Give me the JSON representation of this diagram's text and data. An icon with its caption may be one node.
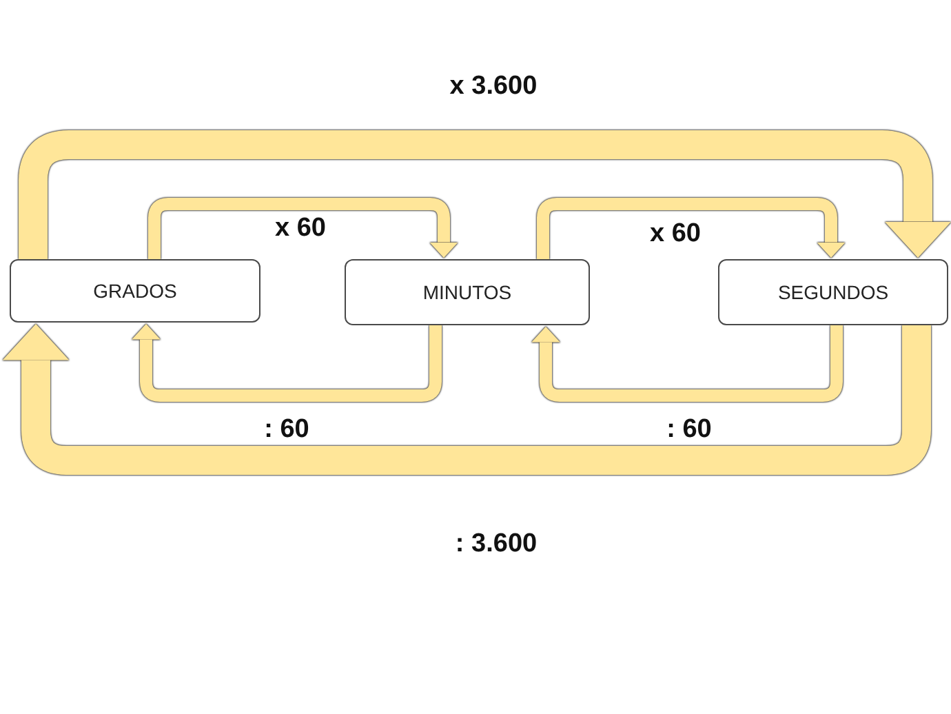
{
  "diagram": {
    "nodes": [
      {
        "text": [
          "GRADOS"
        ]
      },
      {
        "text": [
          "MINUTOS"
        ]
      },
      {
        "text": [
          "SEGUNDOS"
        ]
      }
    ],
    "edges": [
      {
        "from": 0,
        "to": 1,
        "arrow": "to",
        "label": "x 60"
      },
      {
        "from": 1,
        "to": 2,
        "arrow": "to",
        "label": "x 60"
      },
      {
        "from": 1,
        "to": 0,
        "arrow": "to",
        "label": ": 60"
      },
      {
        "from": 2,
        "to": 1,
        "arrow": "to",
        "label": ": 60"
      },
      {
        "from": 0,
        "to": 2,
        "arrow": "to",
        "label": "x 3.600",
        "style": "thick"
      },
      {
        "from": 2,
        "to": 0,
        "arrow": "to",
        "label": ": 3.600",
        "style": "thick"
      }
    ]
  }
}
